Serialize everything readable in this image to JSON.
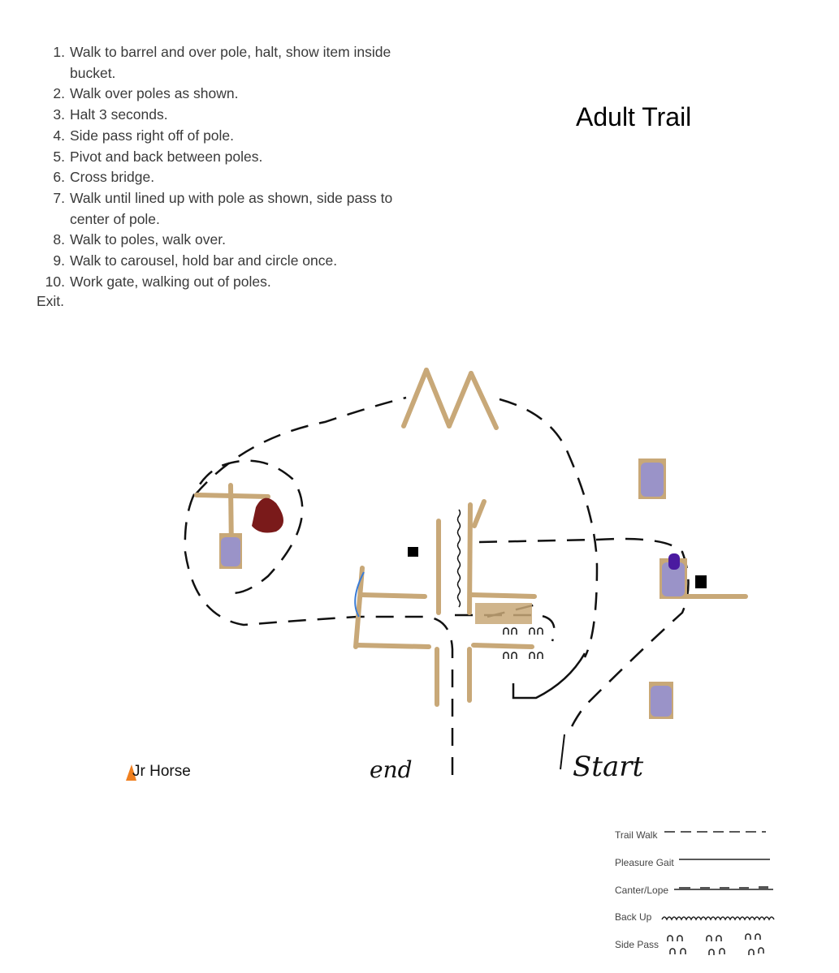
{
  "title": "Adult Trail",
  "steps": [
    {
      "num": "1.",
      "text": "Walk to barrel and over pole, halt, show item inside bucket."
    },
    {
      "num": "2.",
      "text": "Walk over poles as shown."
    },
    {
      "num": "3.",
      "text": "Halt 3 seconds."
    },
    {
      "num": "4.",
      "text": "Side pass right off of pole."
    },
    {
      "num": "5.",
      "text": "Pivot and back between poles."
    },
    {
      "num": "6.",
      "text": "Cross bridge."
    },
    {
      "num": "7.",
      "text": "Walk until lined up with pole as shown, side pass to center of pole."
    },
    {
      "num": "8.",
      "text": "Walk to poles, walk over."
    },
    {
      "num": "9.",
      "text": "Walk to carousel, hold bar and circle once."
    },
    {
      "num": "10.",
      "text": "Work gate, walking out of poles."
    }
  ],
  "exit": "Exit.",
  "diagram": {
    "jr_horse_label": "Jr Horse",
    "end_label": "end",
    "start_label": "Start"
  },
  "legend": [
    {
      "label": "Trail Walk",
      "style": "dashed"
    },
    {
      "label": "Pleasure Gait",
      "style": "solid"
    },
    {
      "label": "Canter/Lope",
      "style": "dash-solid"
    },
    {
      "label": "Back Up",
      "style": "wavy"
    },
    {
      "label": "Side Pass",
      "style": "arches"
    }
  ],
  "colors": {
    "pole": "#c8a878",
    "barrel": "#9a93c8",
    "path": "#111111",
    "rope": "#3a7bd5"
  }
}
